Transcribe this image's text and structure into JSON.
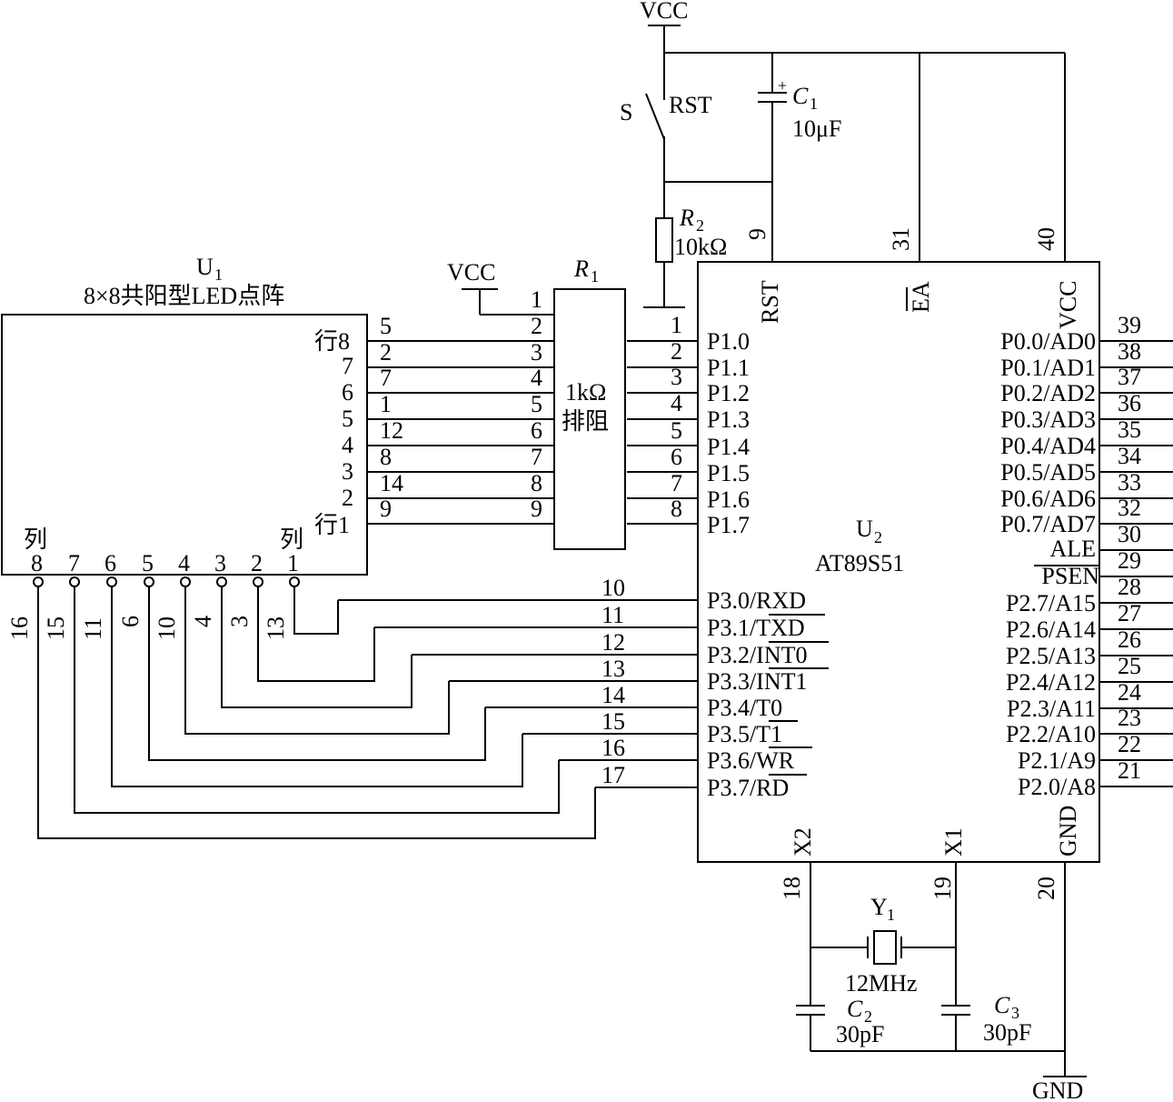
{
  "power": {
    "vcc_top": "VCC",
    "vcc_left": "VCC",
    "gnd_bottom": "GND"
  },
  "u1": {
    "ref": "U",
    "ref_sub": "1",
    "title": "8×8共阳型LED点阵",
    "row_label_top": "行8",
    "row_label_bottom": "行1",
    "col_label_left": "列",
    "col_label_right": "列",
    "row_side_numbers": [
      "7",
      "6",
      "5",
      "4",
      "3",
      "2"
    ],
    "row_pin_numbers": [
      "5",
      "2",
      "7",
      "1",
      "12",
      "8",
      "14",
      "9"
    ],
    "col_numbers": [
      "8",
      "7",
      "6",
      "5",
      "4",
      "3",
      "2",
      "1"
    ],
    "col_pin_numbers": [
      "16",
      "15",
      "11",
      "6",
      "10",
      "4",
      "3",
      "13"
    ]
  },
  "r1": {
    "ref": "R",
    "ref_sub": "1",
    "value": "1kΩ",
    "type": "排阻",
    "left_pins": [
      "1",
      "2",
      "3",
      "4",
      "5",
      "6",
      "7",
      "8",
      "9"
    ]
  },
  "reset": {
    "switch": "S",
    "label": "RST",
    "c1_ref": "C",
    "c1_sub": "1",
    "c1_value": "10μF",
    "c1_plus": "+",
    "r2_ref": "R",
    "r2_sub": "2",
    "r2_value": "10kΩ"
  },
  "u2": {
    "ref": "U",
    "ref_sub": "2",
    "part": "AT89S51",
    "top_pins": [
      {
        "num": "9",
        "label": "RST"
      },
      {
        "num": "31",
        "label": "EA"
      },
      {
        "num": "40",
        "label": "VCC"
      }
    ],
    "p1": [
      {
        "num": "1",
        "label": "P1.0"
      },
      {
        "num": "2",
        "label": "P1.1"
      },
      {
        "num": "3",
        "label": "P1.2"
      },
      {
        "num": "4",
        "label": "P1.3"
      },
      {
        "num": "5",
        "label": "P1.4"
      },
      {
        "num": "6",
        "label": "P1.5"
      },
      {
        "num": "7",
        "label": "P1.6"
      },
      {
        "num": "8",
        "label": "P1.7"
      }
    ],
    "p3": [
      {
        "num": "10",
        "label": "P3.0/RXD"
      },
      {
        "num": "11",
        "label": "P3.1/TXD"
      },
      {
        "num": "12",
        "label": "P3.2/INT0"
      },
      {
        "num": "13",
        "label": "P3.3/INT1"
      },
      {
        "num": "14",
        "label": "P3.4/T0"
      },
      {
        "num": "15",
        "label": "P3.5/T1"
      },
      {
        "num": "16",
        "label": "P3.6/WR"
      },
      {
        "num": "17",
        "label": "P3.7/RD"
      }
    ],
    "right": [
      {
        "num": "39",
        "label": "P0.0/AD0"
      },
      {
        "num": "38",
        "label": "P0.1/AD1"
      },
      {
        "num": "37",
        "label": "P0.2/AD2"
      },
      {
        "num": "36",
        "label": "P0.3/AD3"
      },
      {
        "num": "35",
        "label": "P0.4/AD4"
      },
      {
        "num": "34",
        "label": "P0.5/AD5"
      },
      {
        "num": "33",
        "label": "P0.6/AD6"
      },
      {
        "num": "32",
        "label": "P0.7/AD7"
      },
      {
        "num": "30",
        "label": "ALE"
      },
      {
        "num": "29",
        "label": "PSEN"
      },
      {
        "num": "28",
        "label": "P2.7/A15"
      },
      {
        "num": "27",
        "label": "P2.6/A14"
      },
      {
        "num": "26",
        "label": "P2.5/A13"
      },
      {
        "num": "25",
        "label": "P2.4/A12"
      },
      {
        "num": "24",
        "label": "P2.3/A11"
      },
      {
        "num": "23",
        "label": "P2.2/A10"
      },
      {
        "num": "22",
        "label": "P2.1/A9"
      },
      {
        "num": "21",
        "label": "P2.0/A8"
      }
    ],
    "bottom_pins": [
      {
        "num": "18",
        "label": "X2"
      },
      {
        "num": "19",
        "label": "X1"
      },
      {
        "num": "20",
        "label": "GND"
      }
    ]
  },
  "crystal": {
    "y1_ref": "Y",
    "y1_sub": "1",
    "y1_value": "12MHz",
    "c2_ref": "C",
    "c2_sub": "2",
    "c2_value": "30pF",
    "c3_ref": "C",
    "c3_sub": "3",
    "c3_value": "30pF"
  }
}
